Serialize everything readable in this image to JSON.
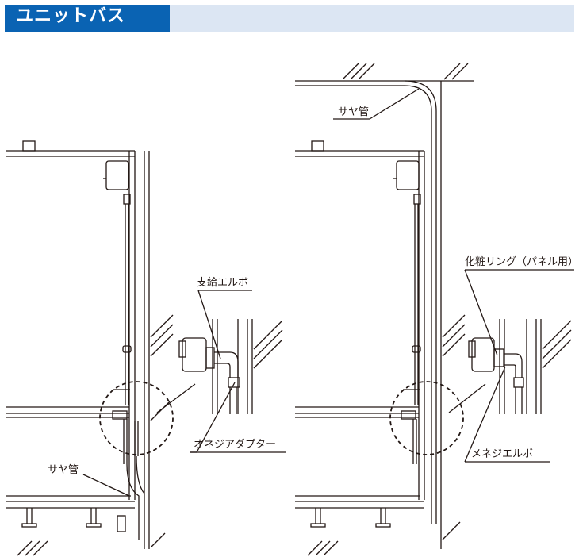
{
  "header": {
    "title": "ユニットバス"
  },
  "labels": {
    "saya_left": "サヤ管",
    "supply_elbow": "支給エルボ",
    "male_adapter": "オネジアダプター",
    "saya_right": "サヤ管",
    "cosmetic_ring": "化粧リング（パネル用）",
    "female_elbow": "メネジエルボ"
  },
  "colors": {
    "header_bg": "#0a63b3",
    "header_band": "#dce6f3",
    "line": "#231815"
  }
}
